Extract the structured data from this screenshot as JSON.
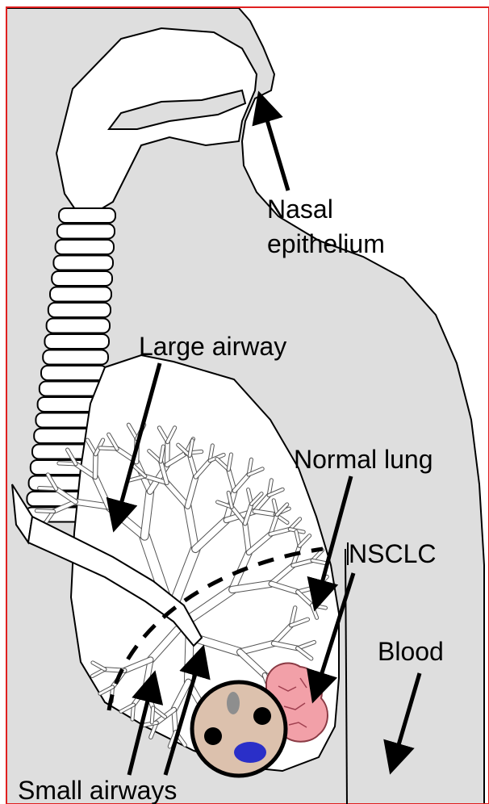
{
  "labels": {
    "nasal_line1": "Nasal",
    "nasal_line2": "epithelium",
    "large_airway": "Large airway",
    "normal_lung": "Normal lung",
    "nsclc": "NSCLC",
    "blood": "Blood",
    "small_airways": "Small airways"
  },
  "colors": {
    "background_body": "#dedede",
    "lung_fill": "#ffffff",
    "frame_border": "#e02020",
    "tumor": "#f2a0a8",
    "cell_body": "#dcc1ad",
    "cell_nucleus": "#8e8e8e",
    "cell_granule": "#2a2fc8"
  }
}
